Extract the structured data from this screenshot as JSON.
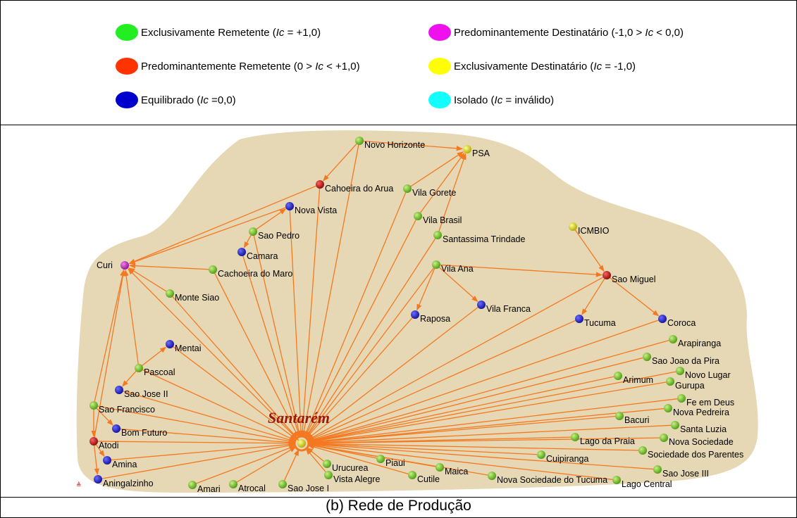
{
  "legend": [
    {
      "key": "ex_rem",
      "pre": "Exclusivamente Remetente (",
      "ic": "Ic",
      "post": " = +1,0)",
      "color": "#22ee22"
    },
    {
      "key": "pred_dest",
      "pre": "Predominantemente Destinatário (-1,0 > ",
      "ic": "Ic",
      "post": " < 0,0)",
      "color": "#ee11ee"
    },
    {
      "key": "pred_rem",
      "pre": "Predominantemente Remetente (0 > ",
      "ic": "Ic",
      "post": " < +1,0)",
      "color": "#ff3300"
    },
    {
      "key": "ex_dest",
      "pre": "Exclusivamente Destinatário (",
      "ic": "Ic",
      "post": " = -1,0)",
      "color": "#ffff00"
    },
    {
      "key": "equil",
      "pre": "Equilibrado (",
      "ic": "Ic",
      "post": " =0,0)",
      "color": "#0000cc"
    },
    {
      "key": "isol",
      "pre": "Isolado (",
      "ic": "Ic",
      "post": " = inválido)",
      "color": "#11ffff"
    }
  ],
  "node_colors": {
    "green": "#5cb21c",
    "red": "#a01010",
    "blue": "#1515a8",
    "magenta": "#a020a8",
    "yellow": "#c8c000"
  },
  "edge_color": "#f47820",
  "region_color": "#e6d8b4",
  "hub": {
    "label": "Santarém",
    "id": "Santarem"
  },
  "nodes": [
    {
      "id": "Novo Horizonte",
      "label": "Novo Horizonte",
      "type": "green"
    },
    {
      "id": "PSA",
      "label": "PSA",
      "type": "yellow"
    },
    {
      "id": "Cahoeira do Arua",
      "label": "Cahoeira do Arua",
      "type": "red"
    },
    {
      "id": "Vila Gorete",
      "label": "Vila Gorete",
      "type": "green"
    },
    {
      "id": "Nova Vista",
      "label": "Nova Vista",
      "type": "blue"
    },
    {
      "id": "Vila Brasil",
      "label": "Vila Brasil",
      "type": "green"
    },
    {
      "id": "ICMBIO",
      "label": "ICMBIO",
      "type": "yellow"
    },
    {
      "id": "Sao Pedro",
      "label": "Sao Pedro",
      "type": "green"
    },
    {
      "id": "Santassima Trindade",
      "label": "Santassima Trindade",
      "type": "green"
    },
    {
      "id": "Camara",
      "label": "Camara",
      "type": "blue"
    },
    {
      "id": "Curi",
      "label": "Curi",
      "type": "magenta"
    },
    {
      "id": "Cachoeira do Maro",
      "label": "Cachoeira do Maro",
      "type": "green"
    },
    {
      "id": "Vila Ana",
      "label": "Vila Ana",
      "type": "green"
    },
    {
      "id": "Sao Miguel",
      "label": "Sao Miguel",
      "type": "red"
    },
    {
      "id": "Monte Siao",
      "label": "Monte Siao",
      "type": "green"
    },
    {
      "id": "Vila Franca",
      "label": "Vila Franca",
      "type": "blue"
    },
    {
      "id": "Raposa",
      "label": "Raposa",
      "type": "blue"
    },
    {
      "id": "Tucuma",
      "label": "Tucuma",
      "type": "blue"
    },
    {
      "id": "Coroca",
      "label": "Coroca",
      "type": "blue"
    },
    {
      "id": "Arapiranga",
      "label": "Arapiranga",
      "type": "green"
    },
    {
      "id": "Mentai",
      "label": "Mentai",
      "type": "blue"
    },
    {
      "id": "Sao Joao da Pira",
      "label": "Sao Joao da Pira",
      "type": "green"
    },
    {
      "id": "Pascoal",
      "label": "Pascoal",
      "type": "green"
    },
    {
      "id": "Novo Lugar",
      "label": "Novo Lugar",
      "type": "green"
    },
    {
      "id": "Arimum",
      "label": "Arimum",
      "type": "green"
    },
    {
      "id": "Gurupa",
      "label": "Gurupa",
      "type": "green"
    },
    {
      "id": "Sao Jose II",
      "label": "Sao Jose II",
      "type": "blue"
    },
    {
      "id": "Fe em Deus",
      "label": "Fe em Deus",
      "type": "green"
    },
    {
      "id": "Sao Francisco",
      "label": "Sao Francisco",
      "type": "green"
    },
    {
      "id": "Nova Pedreira",
      "label": "Nova Pedreira",
      "type": "green"
    },
    {
      "id": "Bacuri",
      "label": "Bacuri",
      "type": "green"
    },
    {
      "id": "Bom Futuro",
      "label": "Bom Futuro",
      "type": "blue"
    },
    {
      "id": "Santa Luzia",
      "label": "Santa Luzia",
      "type": "green"
    },
    {
      "id": "Atodi",
      "label": "Atodi",
      "type": "red"
    },
    {
      "id": "Lago da Praia",
      "label": "Lago da Praia",
      "type": "green"
    },
    {
      "id": "Nova Sociedade",
      "label": "Nova Sociedade",
      "type": "green"
    },
    {
      "id": "Cuipiranga",
      "label": "Cuipiranga",
      "type": "green"
    },
    {
      "id": "Amina",
      "label": "Amina",
      "type": "blue"
    },
    {
      "id": "Sociedade dos Parentes",
      "label": "Sociedade dos Parentes",
      "type": "green"
    },
    {
      "id": "Piaui",
      "label": "Piaui",
      "type": "green"
    },
    {
      "id": "Urucurea",
      "label": "Urucurea",
      "type": "green"
    },
    {
      "id": "Maica",
      "label": "Maica",
      "type": "green"
    },
    {
      "id": "Sao Jose III",
      "label": "Sao Jose III",
      "type": "green"
    },
    {
      "id": "Aningalzinho",
      "label": "Aningalzinho",
      "type": "blue"
    },
    {
      "id": "Vista Alegre",
      "label": "Vista Alegre",
      "type": "green"
    },
    {
      "id": "Cutile",
      "label": "Cutile",
      "type": "green"
    },
    {
      "id": "Nova Sociedade do Tucuma",
      "label": "Nova Sociedade do Tucuma",
      "type": "green"
    },
    {
      "id": "Lago Central",
      "label": "Lago Central",
      "type": "green"
    },
    {
      "id": "Amari",
      "label": "Amari",
      "type": "green"
    },
    {
      "id": "Atrocal",
      "label": "Atrocal",
      "type": "green"
    },
    {
      "id": "Sao Jose I",
      "label": "Sao Jose I",
      "type": "green"
    }
  ],
  "edges": [
    [
      "Novo Horizonte",
      "Cahoeira do Arua"
    ],
    [
      "Novo Horizonte",
      "PSA"
    ],
    [
      "Novo Horizonte",
      "Santarem"
    ],
    [
      "Cahoeira do Arua",
      "Curi"
    ],
    [
      "Cahoeira do Arua",
      "Santarem"
    ],
    [
      "Vila Gorete",
      "PSA"
    ],
    [
      "Vila Gorete",
      "Santarem"
    ],
    [
      "Vila Brasil",
      "PSA"
    ],
    [
      "Vila Brasil",
      "Santarem"
    ],
    [
      "Santassima Trindade",
      "PSA"
    ],
    [
      "Santassima Trindade",
      "Santarem"
    ],
    [
      "Nova Vista",
      "Curi"
    ],
    [
      "Nova Vista",
      "Santarem"
    ],
    [
      "Sao Pedro",
      "Nova Vista"
    ],
    [
      "Sao Pedro",
      "Camara"
    ],
    [
      "Sao Pedro",
      "Santarem"
    ],
    [
      "Camara",
      "Santarem"
    ],
    [
      "Cachoeira do Maro",
      "Curi"
    ],
    [
      "Cachoeira do Maro",
      "Santarem"
    ],
    [
      "Monte Siao",
      "Curi"
    ],
    [
      "Monte Siao",
      "Santarem"
    ],
    [
      "Santarem",
      "Curi"
    ],
    [
      "Vila Ana",
      "Raposa"
    ],
    [
      "Vila Ana",
      "Vila Franca"
    ],
    [
      "Vila Ana",
      "Sao Miguel"
    ],
    [
      "Vila Ana",
      "Santarem"
    ],
    [
      "Raposa",
      "Santarem"
    ],
    [
      "Vila Franca",
      "Santarem"
    ],
    [
      "ICMBIO",
      "Sao Miguel"
    ],
    [
      "Sao Miguel",
      "Tucuma"
    ],
    [
      "Sao Miguel",
      "Coroca"
    ],
    [
      "Sao Miguel",
      "Santarem"
    ],
    [
      "Tucuma",
      "Santarem"
    ],
    [
      "Coroca",
      "Santarem"
    ],
    [
      "Arapiranga",
      "Santarem"
    ],
    [
      "Sao Joao da Pira",
      "Santarem"
    ],
    [
      "Novo Lugar",
      "Santarem"
    ],
    [
      "Arimum",
      "Santarem"
    ],
    [
      "Gurupa",
      "Santarem"
    ],
    [
      "Fe em Deus",
      "Santarem"
    ],
    [
      "Nova Pedreira",
      "Santarem"
    ],
    [
      "Bacuri",
      "Santarem"
    ],
    [
      "Santa Luzia",
      "Santarem"
    ],
    [
      "Lago da Praia",
      "Santarem"
    ],
    [
      "Nova Sociedade",
      "Santarem"
    ],
    [
      "Cuipiranga",
      "Santarem"
    ],
    [
      "Sociedade dos Parentes",
      "Santarem"
    ],
    [
      "Sao Jose III",
      "Santarem"
    ],
    [
      "Lago Central",
      "Santarem"
    ],
    [
      "Nova Sociedade do Tucuma",
      "Santarem"
    ],
    [
      "Maica",
      "Santarem"
    ],
    [
      "Cutile",
      "Santarem"
    ],
    [
      "Piaui",
      "Santarem"
    ],
    [
      "Urucurea",
      "Santarem"
    ],
    [
      "Vista Alegre",
      "Santarem"
    ],
    [
      "Sao Jose I",
      "Santarem"
    ],
    [
      "Atrocal",
      "Santarem"
    ],
    [
      "Amari",
      "Santarem"
    ],
    [
      "Pascoal",
      "Mentai"
    ],
    [
      "Pascoal",
      "Sao Jose II"
    ],
    [
      "Pascoal",
      "Curi"
    ],
    [
      "Pascoal",
      "Santarem"
    ],
    [
      "Mentai",
      "Santarem"
    ],
    [
      "Sao Jose II",
      "Santarem"
    ],
    [
      "Sao Francisco",
      "Curi"
    ],
    [
      "Sao Francisco",
      "Bom Futuro"
    ],
    [
      "Sao Francisco",
      "Atodi"
    ],
    [
      "Sao Francisco",
      "Santarem"
    ],
    [
      "Bom Futuro",
      "Santarem"
    ],
    [
      "Atodi",
      "Curi"
    ],
    [
      "Atodi",
      "Amina"
    ],
    [
      "Atodi",
      "Aningalzinho"
    ],
    [
      "Atodi",
      "Santarem"
    ],
    [
      "Amina",
      "Santarem"
    ],
    [
      "Aningalzinho",
      "Santarem"
    ]
  ],
  "caption": "(b) Rede de Produção"
}
